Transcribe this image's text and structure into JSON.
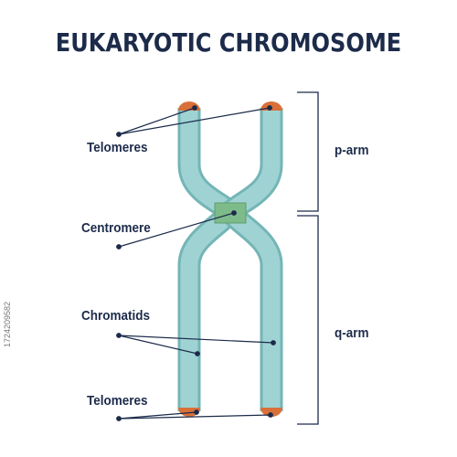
{
  "title": "EUKARYOTIC CHROMOSOME",
  "labels": {
    "telomeres_top": "Telomeres",
    "centromere": "Centromere",
    "chromatids": "Chromatids",
    "telomeres_bottom": "Telomeres",
    "p_arm": "p-arm",
    "q_arm": "q-arm"
  },
  "watermark": "1724209582",
  "colors": {
    "chromatid": "#9fd3d3",
    "chromatid_edge": "#74b5b6",
    "centromere": "#7dbb8a",
    "telomere": "#d9703a",
    "text": "#1c2b4a",
    "line": "#1c2b4a"
  }
}
